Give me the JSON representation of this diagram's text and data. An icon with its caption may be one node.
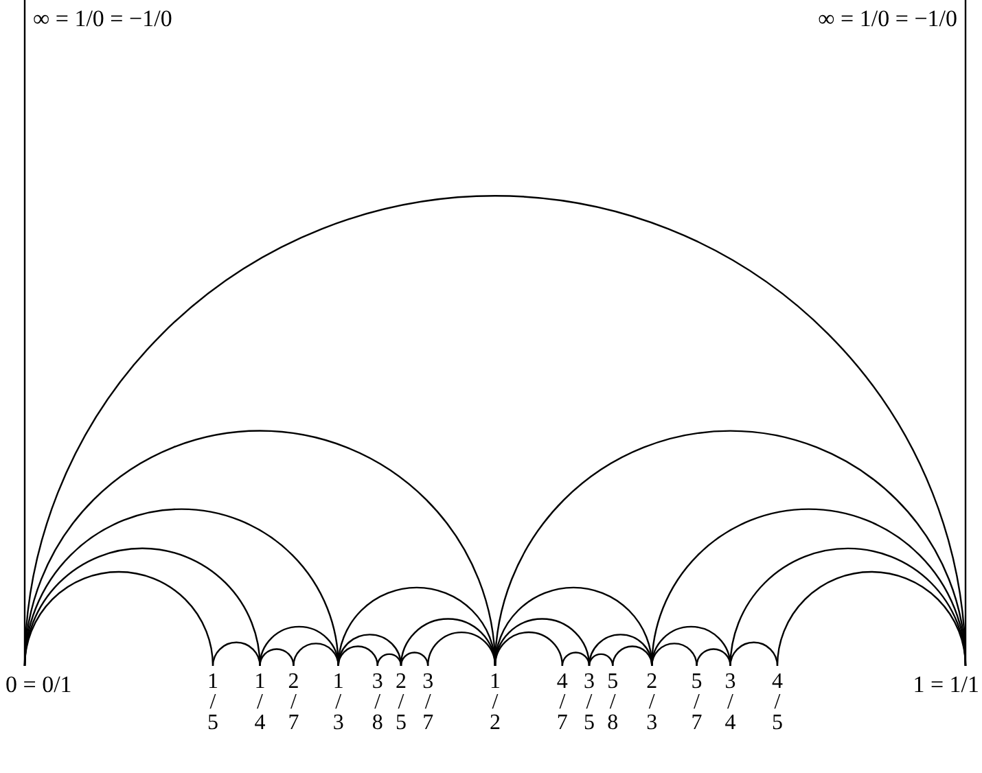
{
  "diagram": {
    "nodes": [
      {
        "text": [
          "∞ = 1/0 = −1/0"
        ]
      },
      {
        "text": [
          "∞ = 1/0 = −1/0"
        ]
      },
      {
        "text": [
          "0 = 0/1"
        ]
      },
      {
        "text": [
          "1/5"
        ]
      },
      {
        "text": [
          "1/4"
        ]
      },
      {
        "text": [
          "2/7"
        ]
      },
      {
        "text": [
          "1/3"
        ]
      },
      {
        "text": [
          "3/8"
        ]
      },
      {
        "text": [
          "2/5"
        ]
      },
      {
        "text": [
          "3/7"
        ]
      },
      {
        "text": [
          "1/2"
        ]
      },
      {
        "text": [
          "4/7"
        ]
      },
      {
        "text": [
          "3/5"
        ]
      },
      {
        "text": [
          "5/8"
        ]
      },
      {
        "text": [
          "2/3"
        ]
      },
      {
        "text": [
          "5/7"
        ]
      },
      {
        "text": [
          "3/4"
        ]
      },
      {
        "text": [
          "4/5"
        ]
      },
      {
        "text": [
          "1 = 1/1"
        ]
      }
    ],
    "edges": [
      {
        "from": 2,
        "to": 0,
        "arrow": "none"
      },
      {
        "from": 18,
        "to": 1,
        "arrow": "none"
      },
      {
        "from": 2,
        "to": 18,
        "arrow": "none"
      },
      {
        "from": 2,
        "to": 10,
        "arrow": "none"
      },
      {
        "from": 10,
        "to": 18,
        "arrow": "none"
      },
      {
        "from": 2,
        "to": 6,
        "arrow": "none"
      },
      {
        "from": 6,
        "to": 10,
        "arrow": "none"
      },
      {
        "from": 10,
        "to": 14,
        "arrow": "none"
      },
      {
        "from": 14,
        "to": 18,
        "arrow": "none"
      },
      {
        "from": 2,
        "to": 4,
        "arrow": "none"
      },
      {
        "from": 2,
        "to": 3,
        "arrow": "none"
      },
      {
        "from": 3,
        "to": 4,
        "arrow": "none"
      },
      {
        "from": 4,
        "to": 6,
        "arrow": "none"
      },
      {
        "from": 4,
        "to": 5,
        "arrow": "none"
      },
      {
        "from": 5,
        "to": 6,
        "arrow": "none"
      },
      {
        "from": 6,
        "to": 8,
        "arrow": "none"
      },
      {
        "from": 6,
        "to": 7,
        "arrow": "none"
      },
      {
        "from": 7,
        "to": 8,
        "arrow": "none"
      },
      {
        "from": 8,
        "to": 10,
        "arrow": "none"
      },
      {
        "from": 8,
        "to": 9,
        "arrow": "none"
      },
      {
        "from": 9,
        "to": 10,
        "arrow": "none"
      },
      {
        "from": 10,
        "to": 12,
        "arrow": "none"
      },
      {
        "from": 10,
        "to": 11,
        "arrow": "none"
      },
      {
        "from": 11,
        "to": 12,
        "arrow": "none"
      },
      {
        "from": 12,
        "to": 14,
        "arrow": "none"
      },
      {
        "from": 12,
        "to": 13,
        "arrow": "none"
      },
      {
        "from": 13,
        "to": 14,
        "arrow": "none"
      },
      {
        "from": 14,
        "to": 16,
        "arrow": "none"
      },
      {
        "from": 14,
        "to": 15,
        "arrow": "none"
      },
      {
        "from": 15,
        "to": 16,
        "arrow": "none"
      },
      {
        "from": 16,
        "to": 18,
        "arrow": "none"
      },
      {
        "from": 16,
        "to": 17,
        "arrow": "none"
      },
      {
        "from": 17,
        "to": 18,
        "arrow": "none"
      }
    ]
  }
}
